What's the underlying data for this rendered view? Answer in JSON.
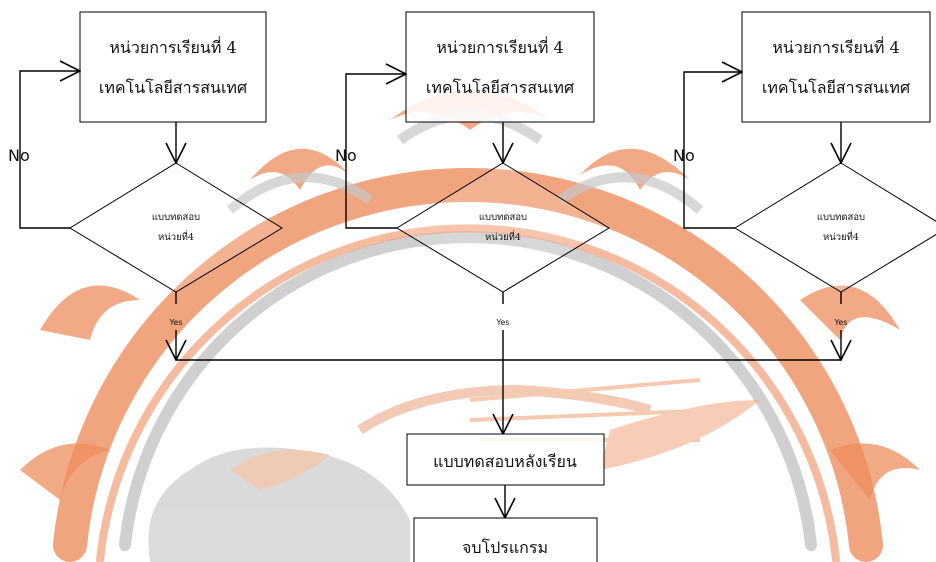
{
  "flow": {
    "units": [
      {
        "title_line1": "หน่วยการเรียนที่ 4",
        "title_line2": "เทคโนโลยีสารสนเทศ",
        "decision_line1": "แบบทดสอบ",
        "decision_line2": "หน่วยที่4",
        "no_label": "No",
        "yes_label": "Yes"
      },
      {
        "title_line1": "หน่วยการเรียนที่ 4",
        "title_line2": "เทคโนโลยีสารสนเทศ",
        "decision_line1": "แบบทดสอบ",
        "decision_line2": "หน่วยที่4",
        "no_label": "No",
        "yes_label": "Yes"
      },
      {
        "title_line1": "หน่วยการเรียนที่ 4",
        "title_line2": "เทคโนโลยีสารสนเทศ",
        "decision_line1": "แบบทดสอบ",
        "decision_line2": "หน่วยที่4",
        "no_label": "No",
        "yes_label": "Yes"
      }
    ],
    "post_test_label": "แบบทดสอบหลังเรียน",
    "exit_label": "จบโปรแกรม"
  },
  "colors": {
    "watermark_orange": "#ee8e5e",
    "watermark_dark": "#b9b9b9",
    "lines": "#000000"
  }
}
